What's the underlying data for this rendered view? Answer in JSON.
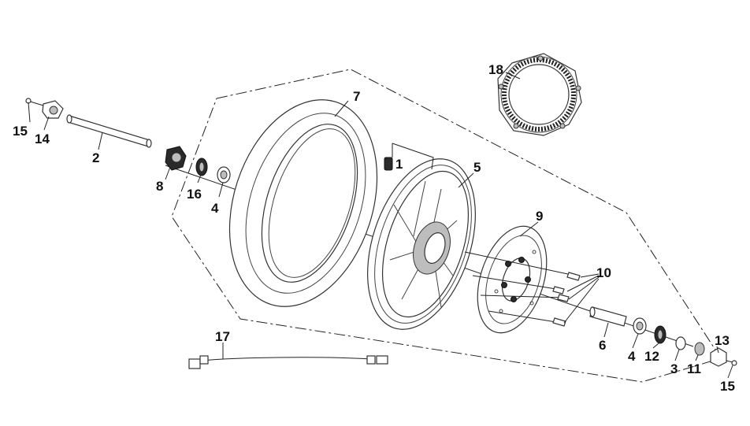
{
  "callouts": {
    "c1": "1",
    "c2": "2",
    "c3": "3",
    "c4a": "4",
    "c4b": "4",
    "c5": "5",
    "c6": "6",
    "c7": "7",
    "c8": "8",
    "c9": "9",
    "c10": "10",
    "c11": "11",
    "c12": "12",
    "c13": "13",
    "c14": "14",
    "c15a": "15",
    "c15b": "15",
    "c16": "16",
    "c17": "17",
    "c18": "18"
  },
  "colors": {
    "line": "#333333",
    "fill": "#ffffff",
    "dark_part": "#2a2a2a"
  }
}
